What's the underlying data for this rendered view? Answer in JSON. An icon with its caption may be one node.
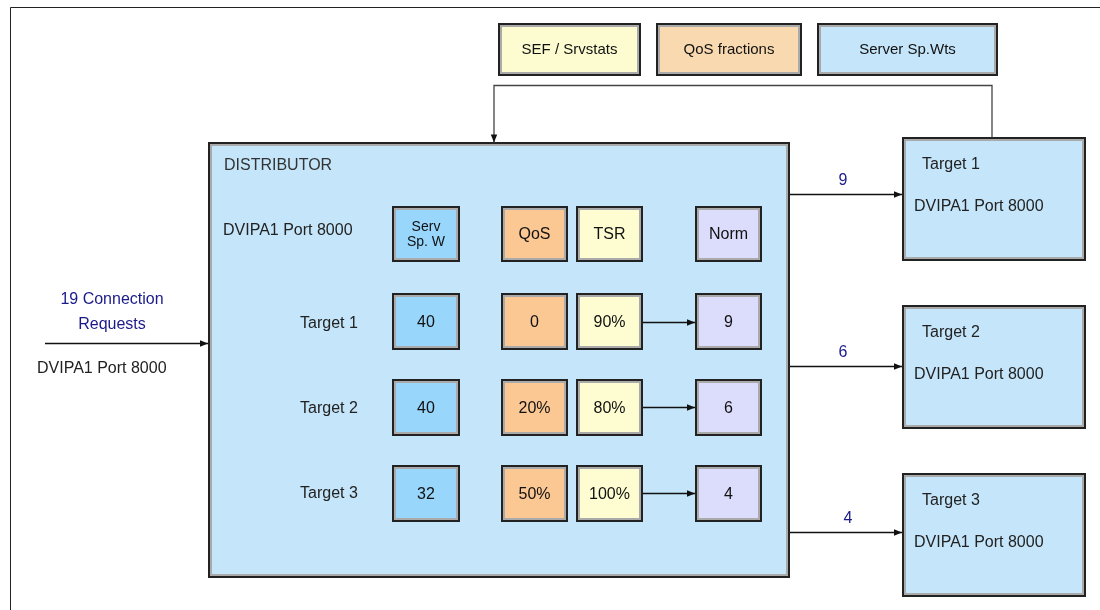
{
  "diagram": {
    "nodes": [
      {
        "text": [
          "SEF / Srvstats"
        ]
      },
      {
        "text": [
          "QoS fractions"
        ]
      },
      {
        "text": [
          "Server Sp.Wts"
        ]
      },
      {
        "text": [
          "DISTRIBUTOR"
        ]
      },
      {
        "text": [
          "Serv Sp. W"
        ],
        "in": 3
      },
      {
        "text": [
          "QoS"
        ],
        "in": 3
      },
      {
        "text": [
          "TSR"
        ],
        "in": 3
      },
      {
        "text": [
          "Norm"
        ],
        "in": 3
      },
      {
        "text": [
          "40"
        ],
        "in": 3
      },
      {
        "text": [
          "0"
        ],
        "in": 3
      },
      {
        "text": [
          "90%"
        ],
        "in": 3
      },
      {
        "text": [
          "9"
        ],
        "in": 3
      },
      {
        "text": [
          "40"
        ],
        "in": 3
      },
      {
        "text": [
          "20%"
        ],
        "in": 3
      },
      {
        "text": [
          "80%"
        ],
        "in": 3
      },
      {
        "text": [
          "6"
        ],
        "in": 3
      },
      {
        "text": [
          "32"
        ],
        "in": 3
      },
      {
        "text": [
          "50%"
        ],
        "in": 3
      },
      {
        "text": [
          "100%"
        ],
        "in": 3
      },
      {
        "text": [
          "4"
        ],
        "in": 3
      },
      {
        "text": [
          "Target 1",
          "DVIPA1 Port 8000"
        ]
      },
      {
        "text": [
          "Target 2",
          "DVIPA1 Port 8000"
        ]
      },
      {
        "text": [
          "Target 3",
          "DVIPA1 Port 8000"
        ]
      }
    ],
    "edges": [
      {
        "from": 20,
        "to": 3,
        "arrow": "to"
      },
      {
        "from": 10,
        "to": 11,
        "arrow": "to"
      },
      {
        "from": 14,
        "to": 15,
        "arrow": "to"
      },
      {
        "from": 18,
        "to": 19,
        "arrow": "to"
      },
      {
        "from": 3,
        "to": 20,
        "label": "9",
        "arrow": "to"
      },
      {
        "from": 3,
        "to": 21,
        "label": "6",
        "arrow": "to"
      },
      {
        "from": 3,
        "to": 22,
        "label": "4",
        "arrow": "to"
      },
      {
        "from": null,
        "to": 3,
        "label": "19 Connection Requests",
        "arrow": "to"
      }
    ],
    "labels": [
      "DVIPA1 Port 8000",
      "Target 1",
      "Target 2",
      "Target 3",
      "DVIPA1 Port 8000"
    ]
  }
}
